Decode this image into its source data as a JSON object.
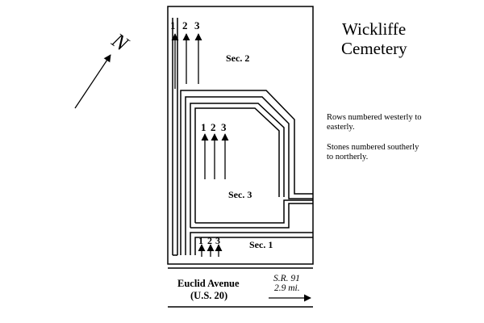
{
  "title": {
    "line1": "Wickliffe",
    "line2": "Cemetery"
  },
  "north_label": "N",
  "sections": {
    "sec2": {
      "label": "Sec. 2",
      "rows": [
        "1",
        "2",
        "3"
      ]
    },
    "sec3": {
      "label": "Sec. 3",
      "rows": [
        "1",
        "2",
        "3"
      ]
    },
    "sec1": {
      "label": "Sec. 1",
      "rows": [
        "1",
        "2",
        "3"
      ]
    }
  },
  "notes": {
    "line1": "Rows numbered westerly to",
    "line2": "easterly.",
    "line3": "Stones numbered southerly",
    "line4": "to northerly."
  },
  "street": {
    "name": "Euclid Avenue",
    "route": "(U.S. 20)"
  },
  "sr_label": {
    "line1": "S.R. 91",
    "line2": "2.9 mi."
  },
  "colors": {
    "ink": "#000000",
    "background": "#ffffff"
  }
}
